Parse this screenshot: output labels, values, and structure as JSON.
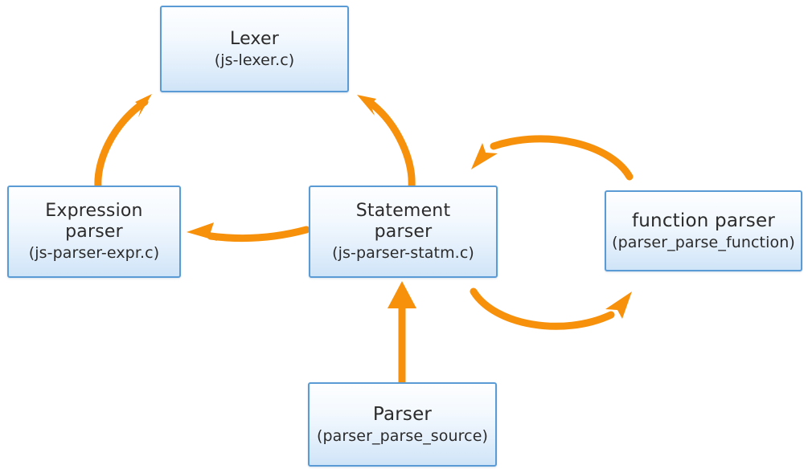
{
  "diagram": {
    "type": "flow-diagram",
    "background_color": "#ffffff",
    "node_border_color": "#5b9bd5",
    "node_fill_top_color": "#fdfeff",
    "node_fill_bottom_color": "#cfe4f8",
    "arrow_color": "#f7900a",
    "nodes": [
      {
        "id": "lexer",
        "title": "Lexer",
        "subtitle": "(js-lexer.c)"
      },
      {
        "id": "expression-parser",
        "title": "Expression\nparser",
        "subtitle": "(js-parser-expr.c)"
      },
      {
        "id": "statement-parser",
        "title": "Statement\nparser",
        "subtitle": "(js-parser-statm.c)"
      },
      {
        "id": "function-parser",
        "title": "function parser",
        "subtitle": "(parser_parse_function)"
      },
      {
        "id": "parser",
        "title": "Parser",
        "subtitle": "(parser_parse_source)"
      }
    ],
    "edges": [
      {
        "id": "expression-to-lexer",
        "from": "expression-parser",
        "to": "lexer",
        "style": "curved",
        "direction": "up-right"
      },
      {
        "id": "statement-to-lexer",
        "from": "statement-parser",
        "to": "lexer",
        "style": "curved",
        "direction": "up-left"
      },
      {
        "id": "statement-to-expression",
        "from": "statement-parser",
        "to": "expression-parser",
        "style": "curved",
        "direction": "left"
      },
      {
        "id": "statement-to-function",
        "from": "statement-parser",
        "to": "function-parser",
        "style": "arc-below",
        "direction": "right"
      },
      {
        "id": "function-to-statement",
        "from": "function-parser",
        "to": "statement-parser",
        "style": "arc-above",
        "direction": "left"
      },
      {
        "id": "parser-to-statement",
        "from": "parser",
        "to": "statement-parser",
        "style": "straight",
        "direction": "up"
      }
    ]
  }
}
